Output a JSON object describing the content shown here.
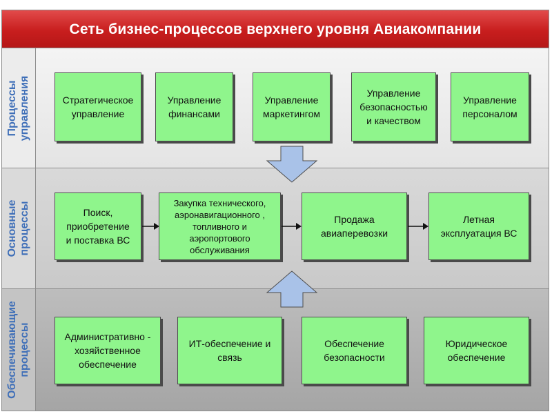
{
  "title": "Сеть бизнес-процессов верхнего уровня Авиакомпании",
  "rows": [
    {
      "label": "Процессы\nуправления",
      "boxes": [
        "Стратегическое\nуправление",
        "Управление\nфинансами",
        "Управление\nмаркетингом",
        "Управление\nбезопасностью\nи качеством",
        "Управление\nперсоналом"
      ]
    },
    {
      "label": "Основные\nпроцессы",
      "boxes": [
        "Поиск,\nприобретение\nи поставка ВС",
        "Закупка технического,\nаэронавигационного ,\nтопливного и\nаэропортового\nобслуживания",
        "Продажа\nавиаперевозки",
        "Летная\nэксплуатация ВС"
      ]
    },
    {
      "label": "Обеспечивающие\nпроцессы",
      "boxes": [
        "Административно -\nхозяйственное\nобеспечение",
        "ИТ-обеспечение и\nсвязь",
        "Обеспечение\nбезопасности",
        "Юридическое\nобеспечение"
      ]
    }
  ],
  "colors": {
    "header": "#c81e1e",
    "box_fill": "#8ff58c",
    "row_label": "#3f6fb8",
    "arrow_fill": "#a9c2e8"
  }
}
